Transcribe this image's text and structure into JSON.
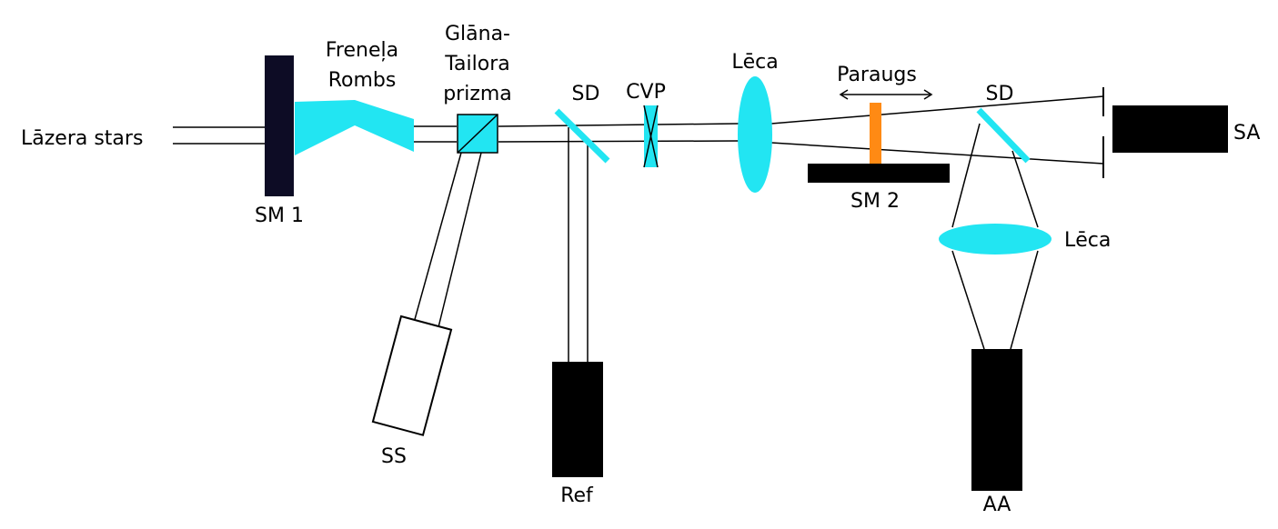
{
  "labels": {
    "laser_beam": "Lāzera stars",
    "sm1": "SM 1",
    "fresnel_line1": "Freneļa",
    "fresnel_line2": "Rombs",
    "glan_line1": "Glāna-",
    "glan_line2": "Tailora",
    "glan_line3": "prizma",
    "sd1": "SD",
    "cvp": "CVP",
    "lens1": "Lēca",
    "sample": "Paraugs",
    "sm2": "SM 2",
    "sd2": "SD",
    "sa": "SA",
    "lens2": "Lēca",
    "ss": "SS",
    "ref": "Ref",
    "aa": "AA"
  },
  "colors": {
    "optic": "#22e5f2",
    "sample": "#ff8a14",
    "detector": "#000000",
    "stage": "#0d0c25",
    "line": "#000000"
  }
}
